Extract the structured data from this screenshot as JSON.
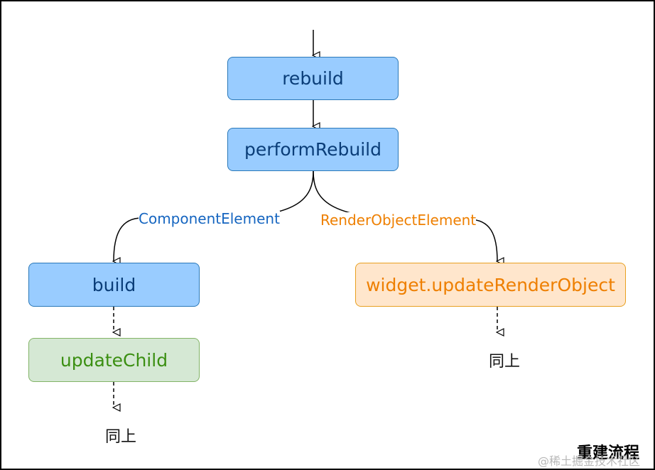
{
  "nodes": {
    "rebuild": "rebuild",
    "perform_rebuild": "performRebuild",
    "build": "build",
    "update_child": "updateChild",
    "update_render_object": "widget.updateRenderObject"
  },
  "edge_labels": {
    "component_element": "ComponentElement",
    "render_object_element": "RenderObjectElement"
  },
  "same_as_above": "同上",
  "caption": "重建流程",
  "watermark": "@稀土掘金技术社区",
  "colors": {
    "blue_fill": "#99ccff",
    "blue_stroke": "#2a78b8",
    "green_fill": "#d5e8d4",
    "green_stroke": "#82b366",
    "orange_fill": "#ffe6cc",
    "orange_stroke": "#e8a020",
    "component_label": "#1565c0",
    "render_label": "#ee7f00"
  }
}
